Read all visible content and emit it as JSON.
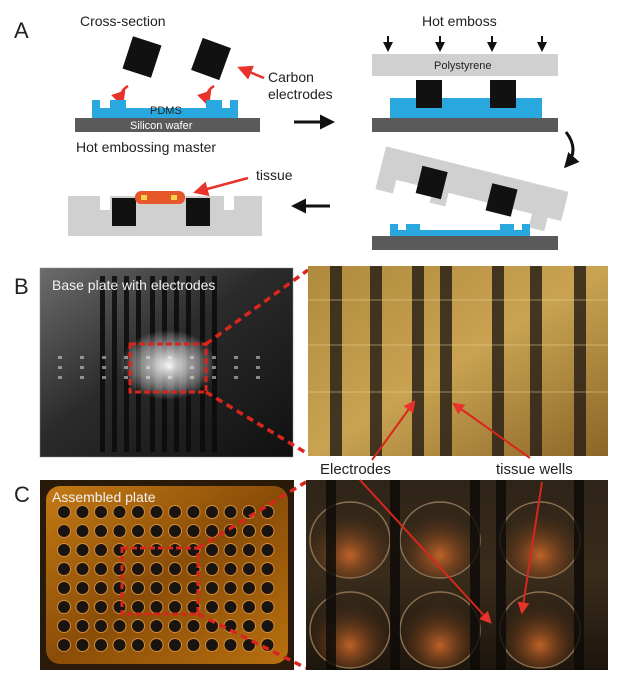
{
  "panels": {
    "a": {
      "letter": "A",
      "cross_section": "Cross-section",
      "pdms": "PDMS",
      "silicon_wafer": "Silicon wafer",
      "master": "Hot embossing master",
      "carbon_line1": "Carbon",
      "carbon_line2": "electrodes",
      "hot_emboss": "Hot emboss",
      "polystyrene": "Polystyrene",
      "tissue": "tissue"
    },
    "b": {
      "letter": "B",
      "photo_label": "Base plate with electrodes"
    },
    "c": {
      "letter": "C",
      "photo_label": "Assembled plate"
    },
    "annotations": {
      "electrodes": "Electrodes",
      "tissue_wells": "tissue wells"
    }
  },
  "colors": {
    "pdms_blue": "#29a8e0",
    "wafer_gray": "#5a5a5a",
    "polystyrene_gray": "#d0d0d0",
    "electrode_black": "#111111",
    "arrow_red": "#e8332a",
    "tissue_orange": "#e8572a",
    "highlight_red": "#d9261c"
  }
}
